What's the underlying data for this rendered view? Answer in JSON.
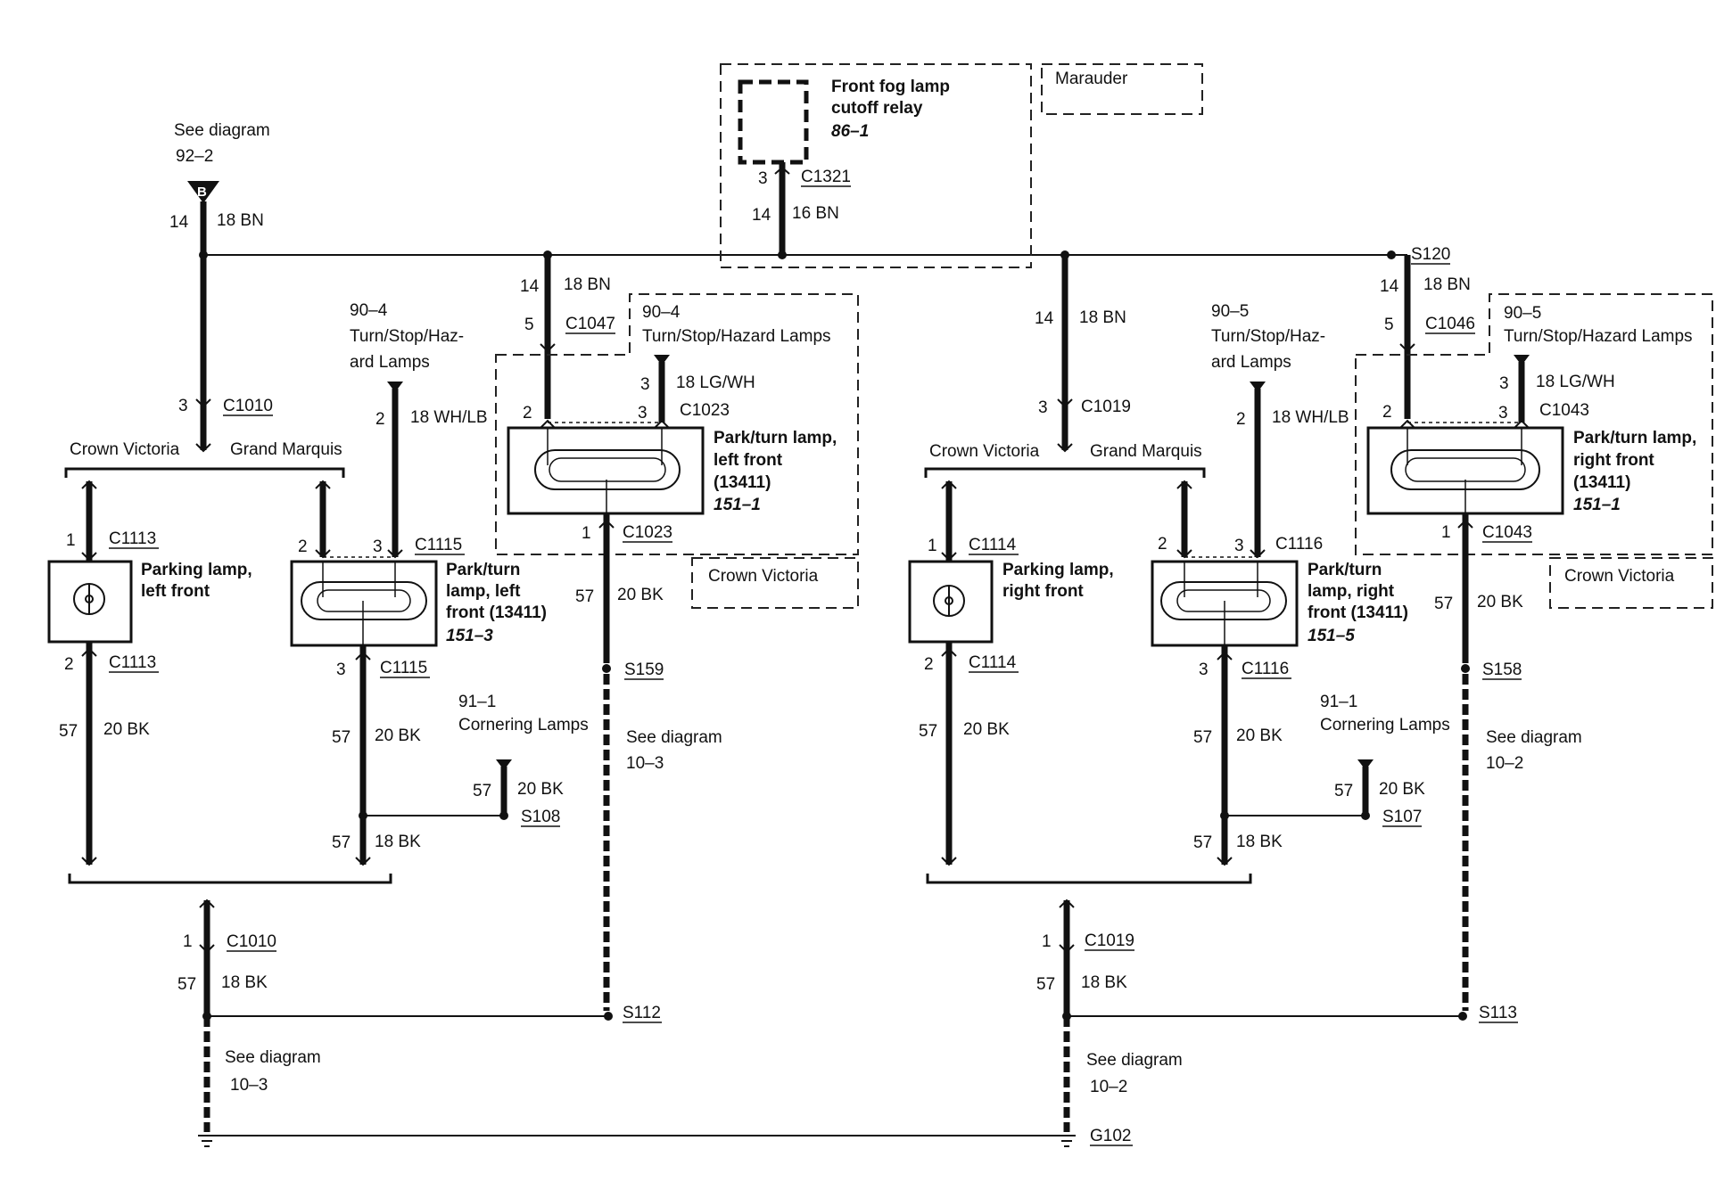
{
  "top": {
    "see_diagram_label": "See diagram",
    "see_diagram_ref": "92–2",
    "connector_B": "B",
    "wire_14": "14",
    "wire_18bn": "18 BN",
    "relay_box": {
      "label_line1": "Front fog lamp",
      "label_line2": "cutoff relay",
      "ref": "86–1",
      "pin": "3",
      "connector": "C1321",
      "wire_num": "14",
      "wire_color": "16 BN"
    },
    "marauder": "Marauder",
    "splice_s120": "S120"
  },
  "left": {
    "c1010_pin": "3",
    "c1010": "C1010",
    "crown_victoria": "Crown Victoria",
    "grand_marquis": "Grand Marquis",
    "turn_ref": "90–4",
    "turn_line1": "Turn/Stop/Haz-",
    "turn_line2": "ard Lamps",
    "turn_pin": "2",
    "turn_wire": "18 WH/LB",
    "parking": {
      "pin_top": "1",
      "conn_top": "C1113",
      "label1": "Parking lamp,",
      "label2": "left front",
      "pin_bot": "2",
      "conn_bot": "C1113",
      "wire_num": "57",
      "wire_color": "20 BK"
    },
    "park_turn": {
      "pin_a": "2",
      "pin_b": "3",
      "conn_top": "C1115",
      "label1": "Park/turn",
      "label2": "lamp, left",
      "label3": "front (13411)",
      "ref": "151–3",
      "pin_bot": "3",
      "conn_bot": "C1115",
      "wire_num": "57",
      "wire_color": "20 BK"
    },
    "cornering": {
      "ref": "91–1",
      "label": "Cornering Lamps",
      "wire_num": "57",
      "wire_color": "20 BK",
      "splice": "S108",
      "wire2_num": "57",
      "wire2_color": "18 BK"
    },
    "c1010_bot_pin": "1",
    "c1010_bot": "C1010",
    "bot_wire_num": "57",
    "bot_wire_color": "18 BK",
    "see_diagram_label": "See diagram",
    "see_diagram_ref": "10–3"
  },
  "mid_left": {
    "wire_14": "14",
    "wire_18bn": "18 BN",
    "pin_5": "5",
    "c1047": "C1047",
    "turn_ref": "90–4",
    "turn_label": "Turn/Stop/Hazard Lamps",
    "pin_3_wire": "3",
    "wire_lgwh": "18 LG/WH",
    "pin_2": "2",
    "pin_3": "3",
    "c1023": "C1023",
    "lamp_label1": "Park/turn lamp,",
    "lamp_label2": "left front",
    "lamp_label3": "(13411)",
    "lamp_ref": "151–1",
    "bot_pin": "1",
    "bot_conn": "C1023",
    "crown_victoria": "Crown Victoria",
    "wire_num": "57",
    "wire_color": "20 BK",
    "splice_s159": "S159",
    "see_diagram_label": "See diagram",
    "see_diagram_ref": "10–3",
    "splice_s112": "S112"
  },
  "right": {
    "wire_14": "14",
    "wire_18bn": "18 BN",
    "c1019_pin": "3",
    "c1019": "C1019",
    "crown_victoria": "Crown Victoria",
    "grand_marquis": "Grand Marquis",
    "turn_ref": "90–5",
    "turn_line1": "Turn/Stop/Haz-",
    "turn_line2": "ard Lamps",
    "turn_pin": "2",
    "turn_wire": "18 WH/LB",
    "parking": {
      "pin_top": "1",
      "conn_top": "C1114",
      "label1": "Parking lamp,",
      "label2": "right front",
      "pin_bot": "2",
      "conn_bot": "C1114",
      "wire_num": "57",
      "wire_color": "20 BK"
    },
    "park_turn": {
      "pin_a": "2",
      "pin_b": "3",
      "conn_top": "C1116",
      "label1": "Park/turn",
      "label2": "lamp, right",
      "label3": "front (13411)",
      "ref": "151–5",
      "pin_bot": "3",
      "conn_bot": "C1116",
      "wire_num": "57",
      "wire_color": "20 BK"
    },
    "cornering": {
      "ref": "91–1",
      "label": "Cornering Lamps",
      "wire_num": "57",
      "wire_color": "20 BK",
      "splice": "S107",
      "wire2_num": "57",
      "wire2_color": "18 BK"
    },
    "c1019_bot_pin": "1",
    "c1019_bot": "C1019",
    "bot_wire_num": "57",
    "bot_wire_color": "18 BK",
    "see_diagram_label": "See diagram",
    "see_diagram_ref": "10–2",
    "ground": "G102"
  },
  "far_right": {
    "wire_14": "14",
    "wire_18bn": "18 BN",
    "pin_5": "5",
    "c1046": "C1046",
    "turn_ref": "90–5",
    "turn_label": "Turn/Stop/Hazard Lamps",
    "pin_3_wire": "3",
    "wire_lgwh": "18 LG/WH",
    "pin_2": "2",
    "pin_3": "3",
    "c1043": "C1043",
    "lamp_label1": "Park/turn lamp,",
    "lamp_label2": "right front",
    "lamp_label3": "(13411)",
    "lamp_ref": "151–1",
    "bot_pin": "1",
    "bot_conn": "C1043",
    "crown_victoria": "Crown Victoria",
    "wire_num": "57",
    "wire_color": "20 BK",
    "splice_s158": "S158",
    "see_diagram_label": "See diagram",
    "see_diagram_ref": "10–2",
    "splice_s113": "S113"
  }
}
